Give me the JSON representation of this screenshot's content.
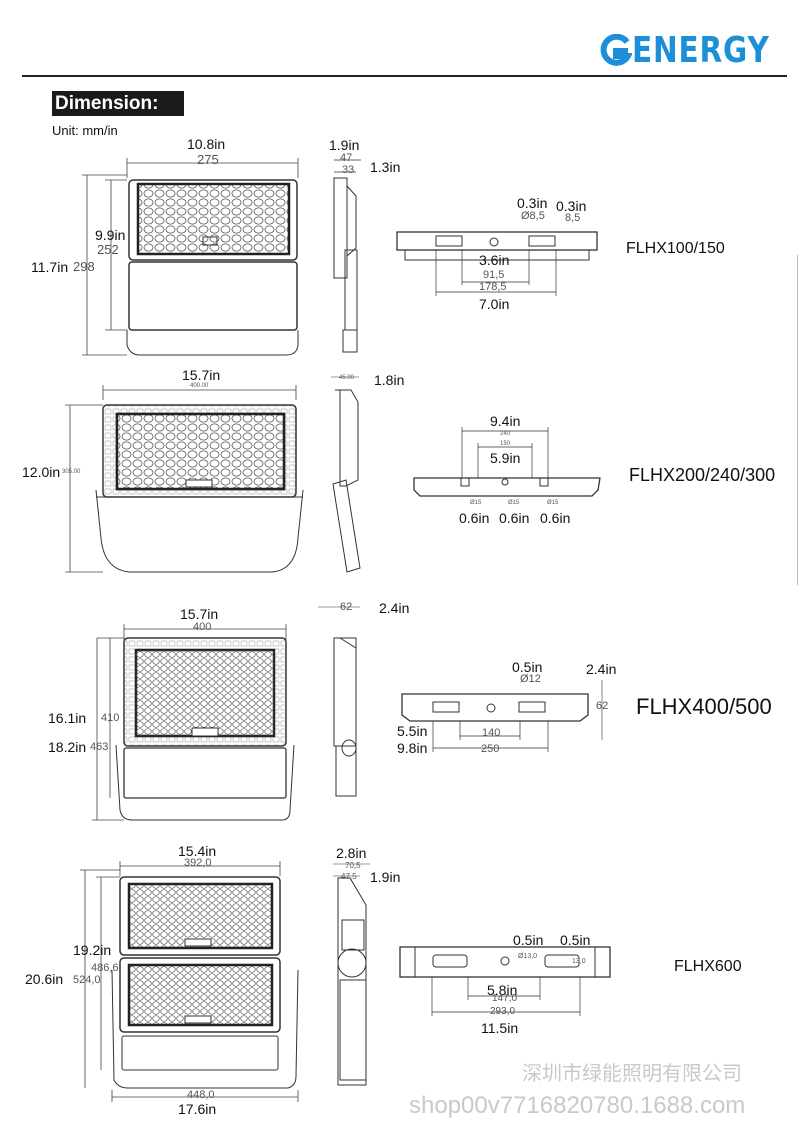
{
  "header": {
    "logo_text": "ENERGY",
    "logo_color": "#1c8fd8"
  },
  "title": "Dimension:",
  "unit": "Unit: mm/in",
  "models": [
    {
      "name": "FLHX100/150",
      "front": {
        "width_in": "10.8in",
        "width_mm": "275",
        "lens_in": "9.9in",
        "lens_mm": "252",
        "height_in": "11.7in",
        "height_mm": "298"
      },
      "side": {
        "depth_in": "1.9in",
        "depth_mm": "47",
        "depth2_mm": "33",
        "depth2_in": "1.3in"
      },
      "bottom": {
        "hole_in_a": "0.3in",
        "hole_mm_a": "Ø8,5",
        "hole_in_b": "0.3in",
        "hole_mm_b": "8,5",
        "inner_in": "3.6in",
        "inner_mm": "91,5",
        "outer_mm": "178,5",
        "outer_in": "7.0in"
      }
    },
    {
      "name": "FLHX200/240/300",
      "front": {
        "width_in": "15.7in",
        "width_mm": "400.00",
        "height_in": "12.0in",
        "height_mm": "305.00"
      },
      "side": {
        "depth_mm": "45.00",
        "depth_in": "1.8in"
      },
      "bottom": {
        "outer_in": "9.4in",
        "outer_mm": "240",
        "inner_mm": "150",
        "inner_in": "5.9in",
        "hole_mm_a": "Ø15",
        "hole_mm_b": "Ø15",
        "hole_mm_c": "Ø15",
        "hole_in_a": "0.6in",
        "hole_in_b": "0.6in",
        "hole_in_c": "0.6in"
      }
    },
    {
      "name": "FLHX400/500",
      "front": {
        "width_in": "15.7in",
        "width_mm": "400",
        "lens_in": "16.1in",
        "lens_mm": "410",
        "height_in": "18.2in",
        "height_mm": "463"
      },
      "side": {
        "depth_mm": "62",
        "depth_in": "2.4in"
      },
      "bottom": {
        "hole_in": "0.5in",
        "hole_mm": "Ø12",
        "height_in": "2.4in",
        "height_mm": "62",
        "inner_in": "5.5in",
        "inner_mm": "140",
        "outer_in": "9.8in",
        "outer_mm": "250"
      }
    },
    {
      "name": "FLHX600",
      "front": {
        "width_in": "15.4in",
        "width_mm": "392,0",
        "lens_in": "19.2in",
        "lens_mm": "486,6",
        "height_in": "20.6in",
        "height_mm": "524,0",
        "base_mm": "448,0",
        "base_in": "17.6in"
      },
      "side": {
        "depth_in": "2.8in",
        "depth_mm": "70,5",
        "depth2_mm": "47,5",
        "depth2_in": "1.9in"
      },
      "bottom": {
        "hole_in_a": "0.5in",
        "hole_in_b": "0.5in",
        "hole_mm_a": "Ø13,0",
        "hole_mm_b": "13,0",
        "inner_in": "5.8in",
        "inner_mm": "147,0",
        "outer_mm": "293,0",
        "outer_in": "11.5in"
      }
    }
  ],
  "watermark": {
    "line1": "深圳市绿能照明有限公司",
    "line2": "shop00v7716820780.1688.com"
  }
}
